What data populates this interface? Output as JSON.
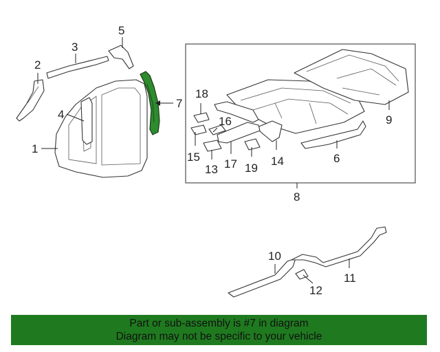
{
  "diagram": {
    "highlight_color": "#2e8b2e",
    "callouts": [
      "1",
      "2",
      "3",
      "4",
      "5",
      "6",
      "7",
      "8",
      "9",
      "10",
      "11",
      "12",
      "13",
      "14",
      "15",
      "16",
      "17",
      "18",
      "19"
    ],
    "highlighted_part": "7"
  },
  "banner": {
    "line1": "Part or sub-assembly is #7 in diagram",
    "line2": "Diagram may not be specific to your vehicle",
    "background": "#1f7a1f"
  }
}
